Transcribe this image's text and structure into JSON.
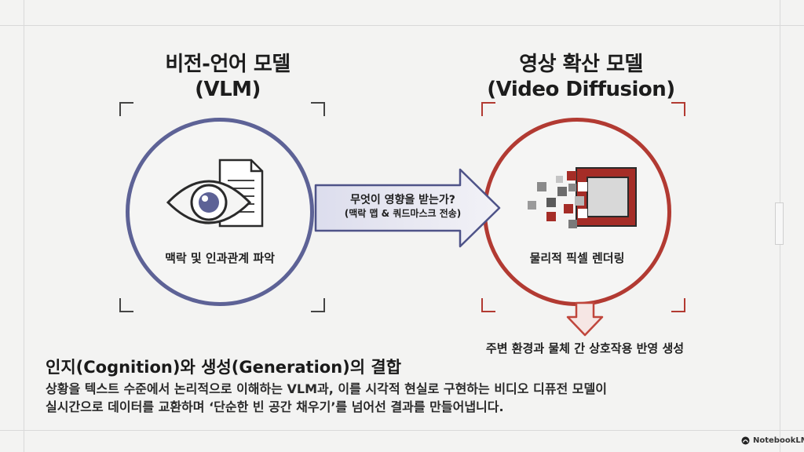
{
  "left": {
    "title_line1": "비전-언어 모델",
    "title_line2": "(VLM)",
    "caption": "맥락 및 인과관계 파악",
    "icon": "eye-document-icon",
    "color": "#5d6296"
  },
  "right": {
    "title_line1": "영상 확산 모델",
    "title_line2": "(Video Diffusion)",
    "caption": "물리적 픽셀 렌더링",
    "icon": "pixel-render-icon",
    "color": "#b23a32"
  },
  "center_arrow": {
    "line1": "무엇이 영향을 받는가?",
    "line2": "(맥락 맵 & 쿼드마스크 전송)"
  },
  "output_caption": "주변 환경과 물체 간 상호작용 반영 생성",
  "bottom": {
    "heading": "인지(Cognition)와 생성(Generation)의 결합",
    "line1": "상황을 텍스트 수준에서 논리적으로 이해하는 VLM과, 이를 시각적 현실로 구현하는 비디오 디퓨전 모델이",
    "line2": "실시간으로 데이터를 교환하며 ‘단순한 빈 공간 채우기’를 넘어선 결과를 만들어냅니다."
  },
  "brand": {
    "name": "NotebookLM"
  }
}
